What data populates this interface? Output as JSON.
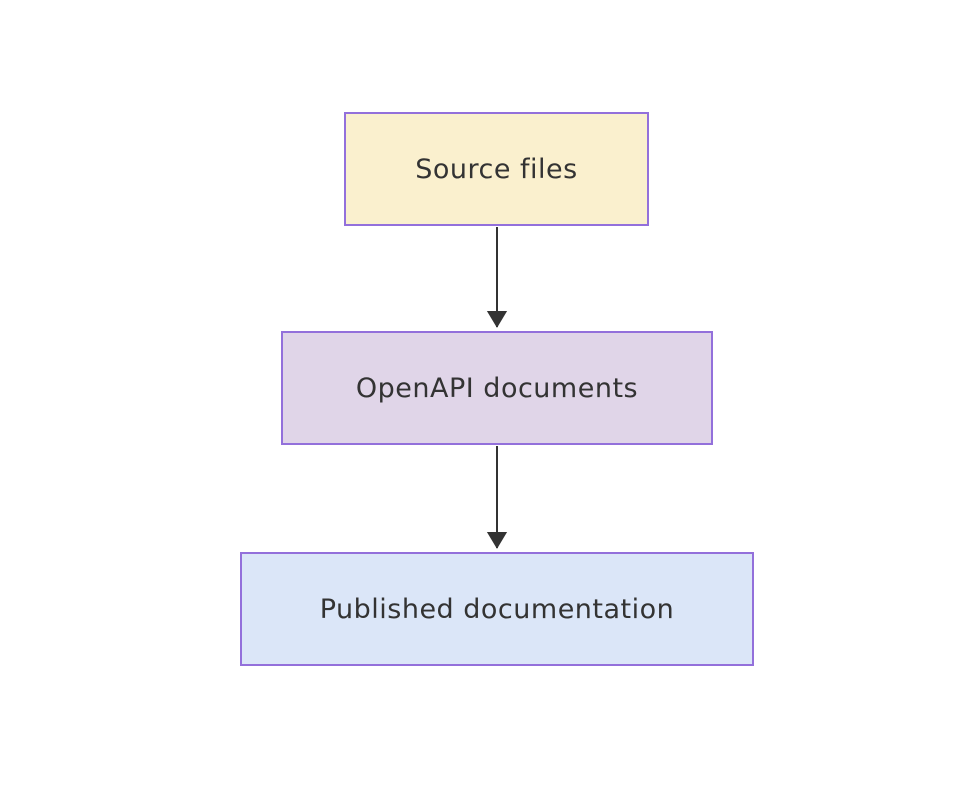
{
  "diagram": {
    "type": "flowchart",
    "direction": "top-down",
    "background_color": "#ffffff",
    "text_color": "#333333",
    "node_border_color": "#9370db",
    "edge_color": "#333333",
    "nodes": [
      {
        "id": "source",
        "label": "Source files",
        "fill": "#faf0ce",
        "stroke": "#9370db",
        "text_color": "#333333"
      },
      {
        "id": "openapi",
        "label": "OpenAPI documents",
        "fill": "#e0d5e8",
        "stroke": "#9370db",
        "text_color": "#333333"
      },
      {
        "id": "published",
        "label": "Published documentation",
        "fill": "#dbe6f8",
        "stroke": "#9370db",
        "text_color": "#333333"
      }
    ],
    "edges": [
      {
        "from": "source",
        "to": "openapi",
        "style": "solid-arrow",
        "color": "#333333"
      },
      {
        "from": "openapi",
        "to": "published",
        "style": "solid-arrow",
        "color": "#333333"
      }
    ]
  }
}
